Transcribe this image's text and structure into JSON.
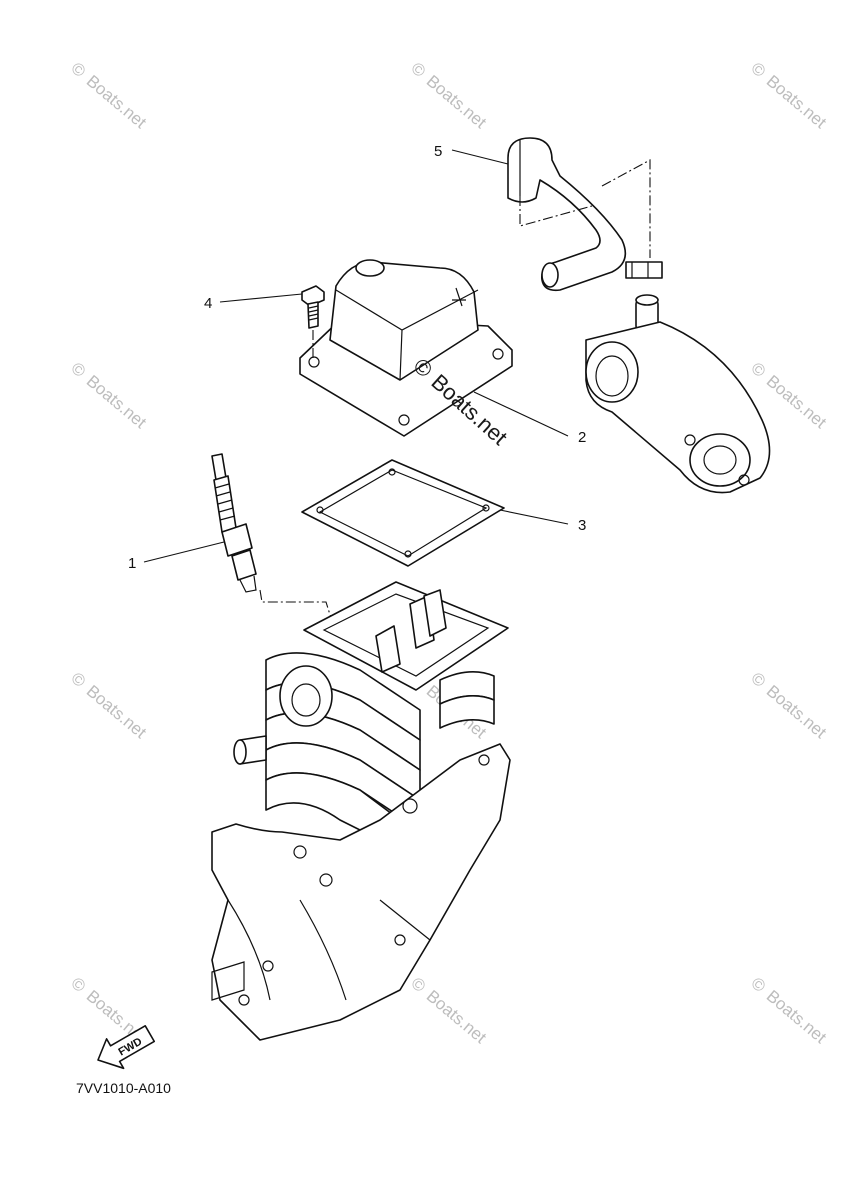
{
  "callouts": [
    {
      "id": "1",
      "label": "1"
    },
    {
      "id": "2",
      "label": "2"
    },
    {
      "id": "3",
      "label": "3"
    },
    {
      "id": "4",
      "label": "4"
    },
    {
      "id": "5",
      "label": "5"
    }
  ],
  "diagram_code": "7VV1010-A010",
  "fwd_label": "FWD",
  "watermark": {
    "text": "Boats.net",
    "symbol": "©",
    "color": "#bdbdbd"
  }
}
